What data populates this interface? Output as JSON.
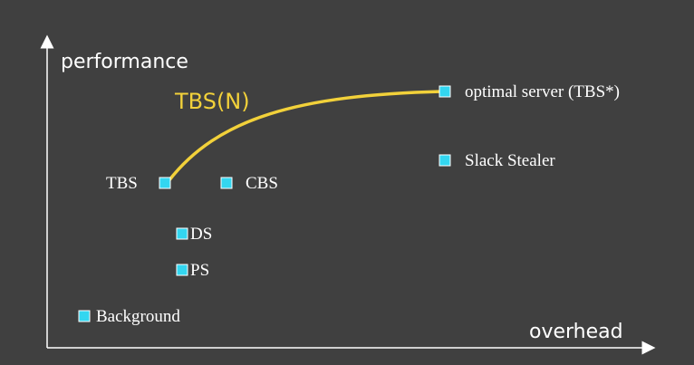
{
  "axes": {
    "y_label": "performance",
    "x_label": "overhead"
  },
  "curve": {
    "label": "TBS(N)"
  },
  "points": {
    "tbs": "TBS",
    "cbs": "CBS",
    "ds": "DS",
    "ps": "PS",
    "background": "Background",
    "optimal": "optimal server (TBS*)",
    "slack": "Slack Stealer"
  },
  "colors": {
    "background": "#404040",
    "axis": "#ffffff",
    "marker_fill": "#33d6f0",
    "curve": "#f2d13a",
    "text": "#ffffff"
  }
}
